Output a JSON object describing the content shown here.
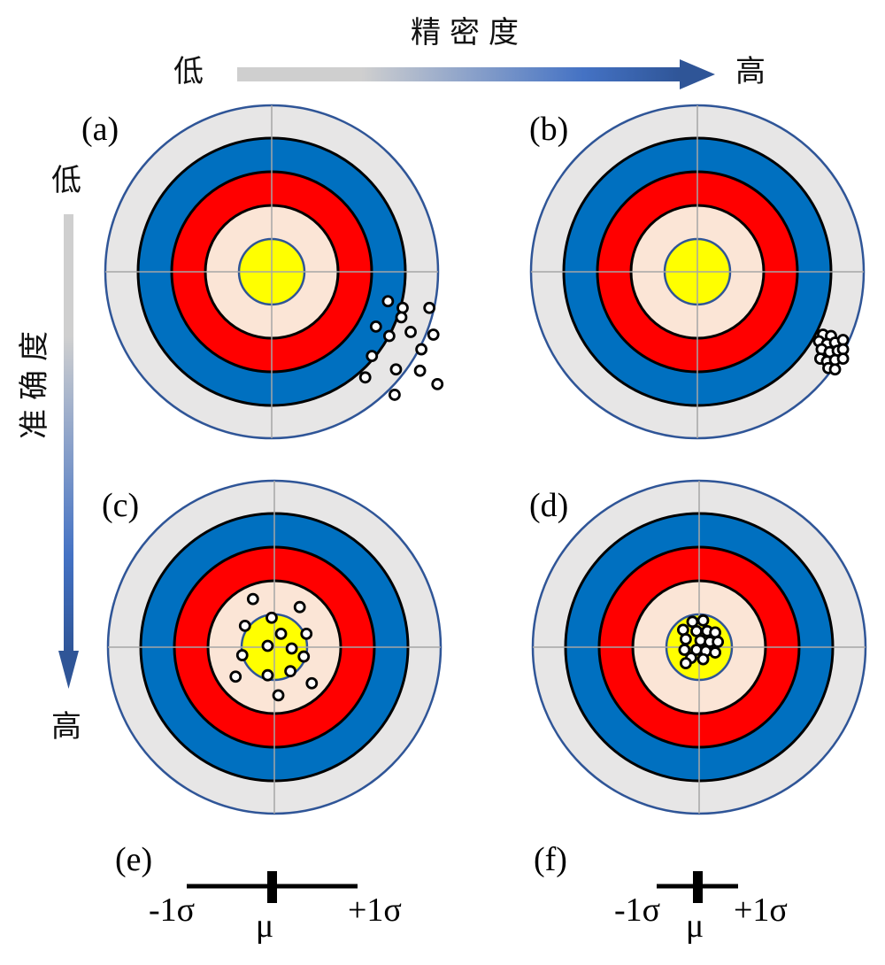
{
  "header": {
    "precision_title": "精密度",
    "precision_low": "低",
    "precision_high": "高",
    "accuracy_title": "准确度",
    "accuracy_low": "低",
    "accuracy_high": "高"
  },
  "colors": {
    "arrow_start": "#cfcfcf",
    "arrow_mid": "#4472c4",
    "arrow_end": "#2f5597",
    "ring_outer": "#e7e6e6",
    "ring_outer_border": "#2f5597",
    "ring_blue": "#0070c0",
    "ring_red": "#ff0000",
    "ring_peach": "#fbe5d6",
    "bullseye": "#ffff00",
    "bullseye_border": "#2f5597",
    "crosshair": "#a6a6a6",
    "ring_border": "#000000",
    "hit_fill_on_white": "#ffffff",
    "hit_stroke": "#000000"
  },
  "panels": [
    {
      "id": "a",
      "label": "(a)",
      "precision": "低",
      "accuracy": "低",
      "hits_unit": "ring-radius fractions relative to target center (x right, y down)",
      "hits": [
        [
          0.87,
          0.22
        ],
        [
          0.78,
          0.41
        ],
        [
          0.98,
          0.27
        ],
        [
          0.97,
          0.34
        ],
        [
          0.88,
          0.48
        ],
        [
          1.18,
          0.27
        ],
        [
          1.04,
          0.45
        ],
        [
          1.12,
          0.58
        ],
        [
          0.75,
          0.63
        ],
        [
          1.21,
          0.47
        ],
        [
          0.93,
          0.73
        ],
        [
          0.7,
          0.79
        ],
        [
          1.11,
          0.74
        ],
        [
          0.92,
          0.92
        ],
        [
          1.24,
          0.84
        ]
      ]
    },
    {
      "id": "b",
      "label": "(b)",
      "precision": "高",
      "accuracy": "低",
      "hits": [
        [
          0.94,
          0.47
        ],
        [
          1.0,
          0.48
        ],
        [
          0.91,
          0.52
        ],
        [
          0.97,
          0.54
        ],
        [
          1.03,
          0.53
        ],
        [
          1.09,
          0.51
        ],
        [
          0.93,
          0.58
        ],
        [
          0.99,
          0.6
        ],
        [
          1.05,
          0.59
        ],
        [
          1.09,
          0.58
        ],
        [
          0.92,
          0.65
        ],
        [
          0.97,
          0.67
        ],
        [
          1.03,
          0.66
        ],
        [
          1.09,
          0.65
        ],
        [
          0.98,
          0.72
        ],
        [
          1.03,
          0.73
        ]
      ]
    },
    {
      "id": "c",
      "label": "(c)",
      "precision": "低",
      "accuracy": "高",
      "hits": [
        [
          -0.16,
          -0.36
        ],
        [
          0.19,
          -0.3
        ],
        [
          -0.02,
          -0.22
        ],
        [
          -0.22,
          -0.16
        ],
        [
          0.05,
          -0.1
        ],
        [
          0.24,
          -0.1
        ],
        [
          -0.05,
          -0.01
        ],
        [
          0.13,
          0.01
        ],
        [
          -0.24,
          0.06
        ],
        [
          0.22,
          0.07
        ],
        [
          -0.29,
          0.22
        ],
        [
          -0.05,
          0.21
        ],
        [
          0.12,
          0.18
        ],
        [
          0.28,
          0.27
        ],
        [
          0.03,
          0.36
        ]
      ]
    },
    {
      "id": "d",
      "label": "(d)",
      "precision": "高",
      "accuracy": "高",
      "hits": [
        [
          -0.05,
          -0.19
        ],
        [
          0.03,
          -0.2
        ],
        [
          -0.12,
          -0.13
        ],
        [
          -0.02,
          -0.12
        ],
        [
          0.06,
          -0.12
        ],
        [
          0.12,
          -0.11
        ],
        [
          -0.1,
          -0.06
        ],
        [
          0.01,
          -0.05
        ],
        [
          0.08,
          -0.04
        ],
        [
          0.14,
          -0.04
        ],
        [
          -0.11,
          0.02
        ],
        [
          -0.02,
          0.02
        ],
        [
          0.05,
          0.03
        ],
        [
          0.12,
          0.04
        ],
        [
          -0.06,
          0.08
        ],
        [
          0.03,
          0.09
        ],
        [
          -0.1,
          0.12
        ]
      ]
    }
  ],
  "distributions": [
    {
      "id": "e",
      "label": "(e)",
      "left_label": "-1σ",
      "center_label": "μ",
      "right_label": "+1σ",
      "relative_spread": 1.0
    },
    {
      "id": "f",
      "label": "(f)",
      "left_label": "-1σ",
      "center_label": "μ",
      "right_label": "+1σ",
      "relative_spread": 0.48
    }
  ]
}
